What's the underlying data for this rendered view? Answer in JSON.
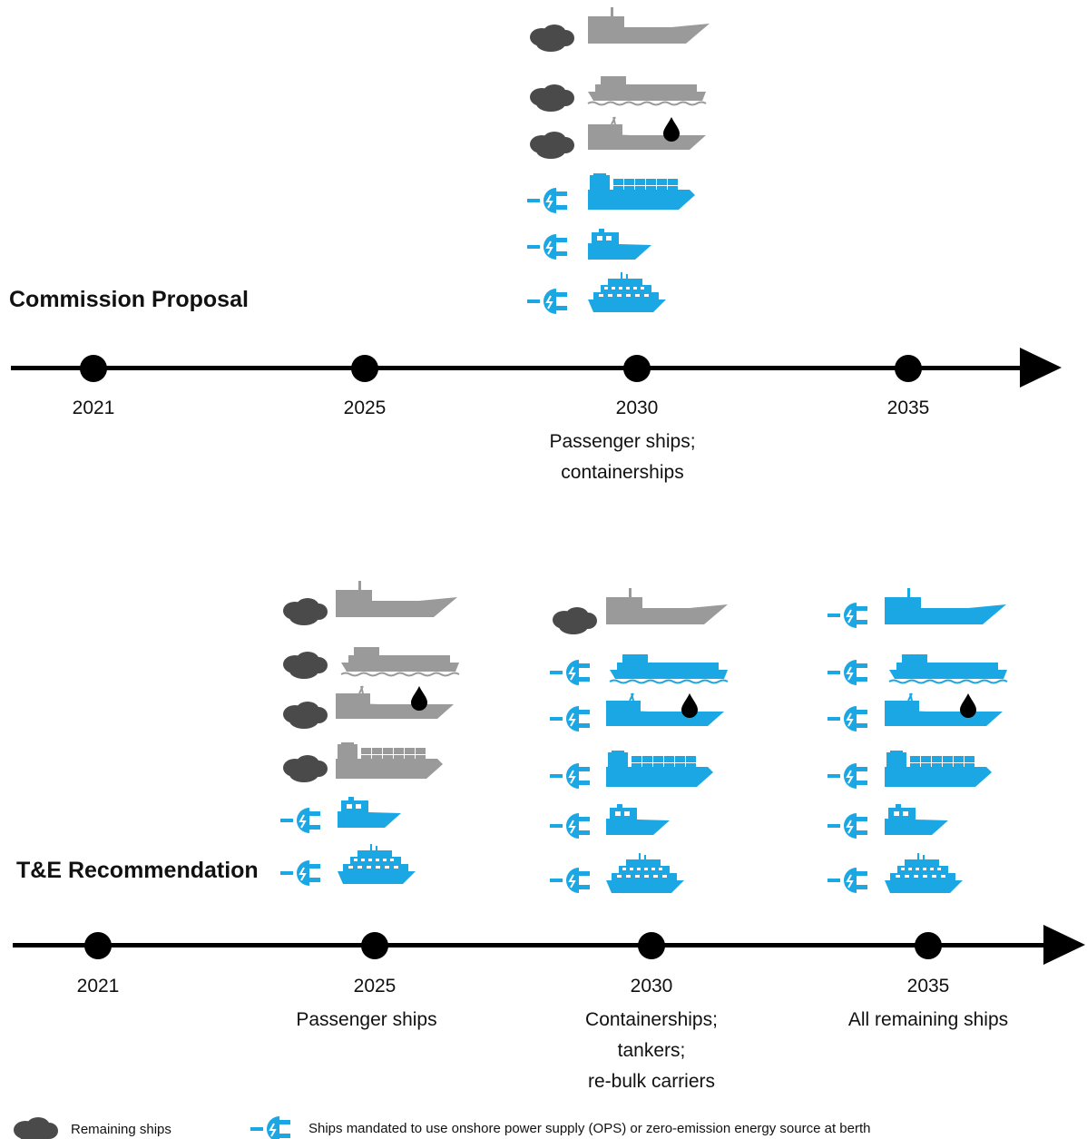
{
  "colors": {
    "grey_ship": "#9a9a9a",
    "cloud": "#4a4a4a",
    "plug_blue": "#1aa7e4",
    "axis": "#000000"
  },
  "icons": {
    "remaining": "cloud-icon",
    "mandated": "plug-icon",
    "tanker": "tanker-ship-icon",
    "ro_ro": "roro-ship-icon",
    "oil_tanker": "oil-tanker-icon",
    "container": "container-ship-icon",
    "small_boat": "small-boat-icon",
    "passenger": "passenger-ship-icon"
  },
  "commission": {
    "title": "Commission Proposal",
    "timeline": [
      {
        "year": "2021",
        "caption": ""
      },
      {
        "year": "2025",
        "caption": ""
      },
      {
        "year": "2030",
        "caption": "Passenger ships;\ncontainerships"
      },
      {
        "year": "2035",
        "caption": ""
      }
    ]
  },
  "recommendation": {
    "title": "T&E Recommendation",
    "timeline": [
      {
        "year": "2021",
        "caption": ""
      },
      {
        "year": "2025",
        "caption": "Passenger ships"
      },
      {
        "year": "2030",
        "caption": "Containerships;\ntankers;\nre-bulk carriers"
      },
      {
        "year": "2035",
        "caption": "All remaining ships"
      }
    ]
  },
  "legend": {
    "remaining": "Remaining ships",
    "mandated": "Ships mandated to use onshore power supply (OPS) or zero-emission energy source at berth"
  }
}
